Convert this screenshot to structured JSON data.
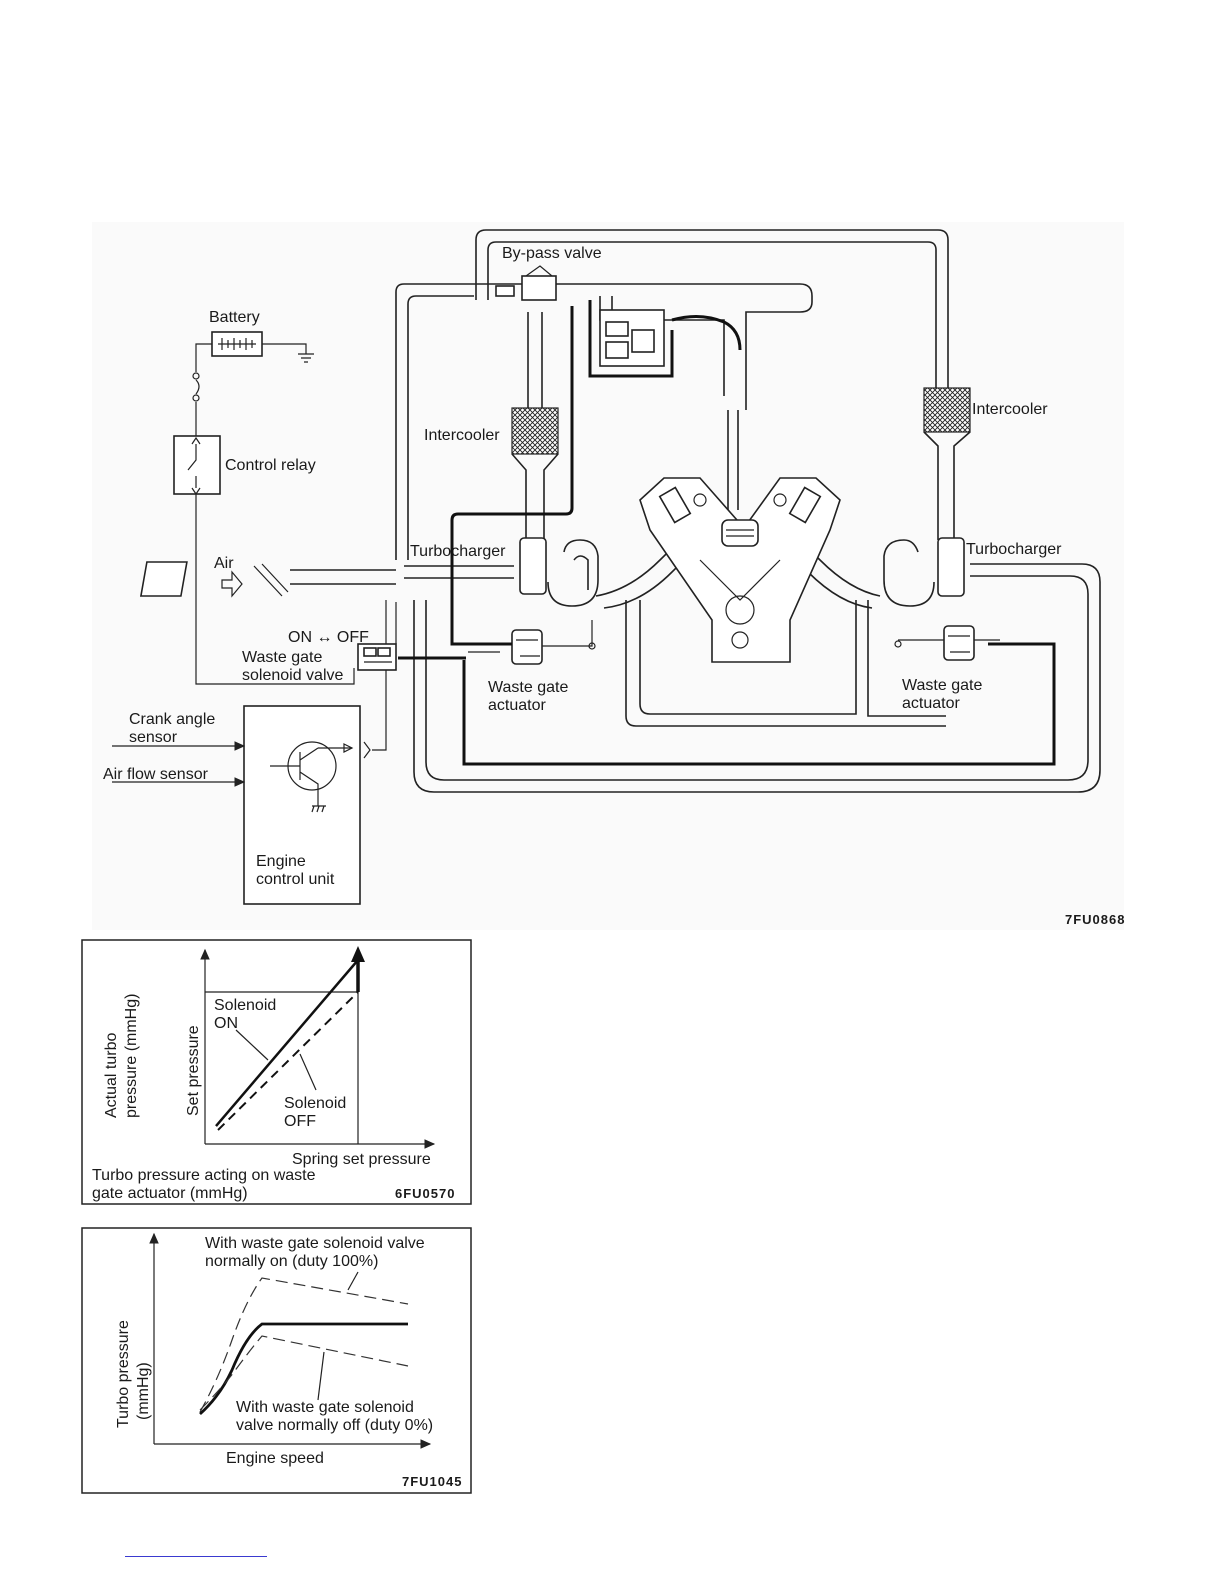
{
  "top_diagram": {
    "labels": {
      "bypass_valve": "By-pass valve",
      "battery": "Battery",
      "control_relay": "Control relay",
      "intercooler_left": "Intercooler",
      "intercooler_right": "Intercooler",
      "turbocharger_left": "Turbocharger",
      "turbocharger_right": "Turbocharger",
      "air": "Air",
      "on_off": "ON ↔ OFF",
      "waste_gate_solenoid_line1": "Waste gate",
      "waste_gate_solenoid_line2": "solenoid valve",
      "waste_gate_actuator_left_line1": "Waste gate",
      "waste_gate_actuator_left_line2": "actuator",
      "waste_gate_actuator_right_line1": "Waste gate",
      "waste_gate_actuator_right_line2": "actuator",
      "crank_angle_line1": "Crank angle",
      "crank_angle_line2": "sensor",
      "air_flow_sensor": "Air flow sensor",
      "ecu_line1": "Engine",
      "ecu_line2": "control unit"
    },
    "figure_code": "7FU0868"
  },
  "chart1": {
    "ylabel_line1": "Actual turbo",
    "ylabel_line2": "pressure (mmHg)",
    "inner_ylabel": "Set pressure",
    "solenoid_on_line1": "Solenoid",
    "solenoid_on_line2": "ON",
    "solenoid_off_line1": "Solenoid",
    "solenoid_off_line2": "OFF",
    "spring_label": "Spring set pressure",
    "xlabel_line1": "Turbo pressure acting on waste",
    "xlabel_line2": "gate actuator (mmHg)",
    "figure_code": "6FU0570"
  },
  "chart2": {
    "top_label_line1": "With waste gate solenoid valve",
    "top_label_line2": "normally on (duty 100%)",
    "bottom_label_line1": "With waste gate solenoid",
    "bottom_label_line2": "valve normally off (duty 0%)",
    "ylabel_line1": "Turbo pressure",
    "ylabel_line2": "(mmHg)",
    "xlabel": "Engine speed",
    "figure_code": "7FU1045"
  }
}
